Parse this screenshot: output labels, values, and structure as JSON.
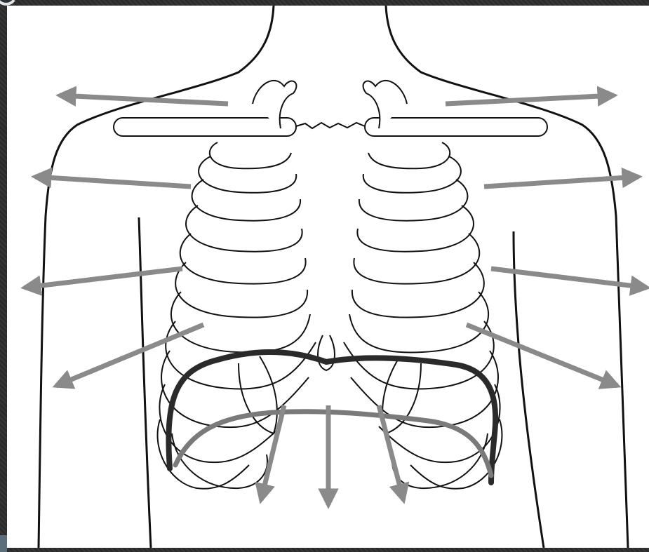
{
  "figure": {
    "description_labels": [],
    "colors": {
      "outline": "#111111",
      "arrow": "#8a8a8a",
      "diaphragm_relaxed": "#2a2a2a",
      "diaphragm_contracted": "#7a7a7a",
      "background": "#ffffff"
    },
    "elements": {
      "body_outline": "torso-outline",
      "rib_cage": "rib-cage",
      "clavicles": "clavicles",
      "diaphragm_relaxed": "diaphragm-relaxed-curve",
      "diaphragm_contracted": "diaphragm-contracted-curve",
      "expansion_arrows": "rib-expansion-arrows",
      "downward_arrows": "diaphragm-descent-arrows"
    }
  }
}
